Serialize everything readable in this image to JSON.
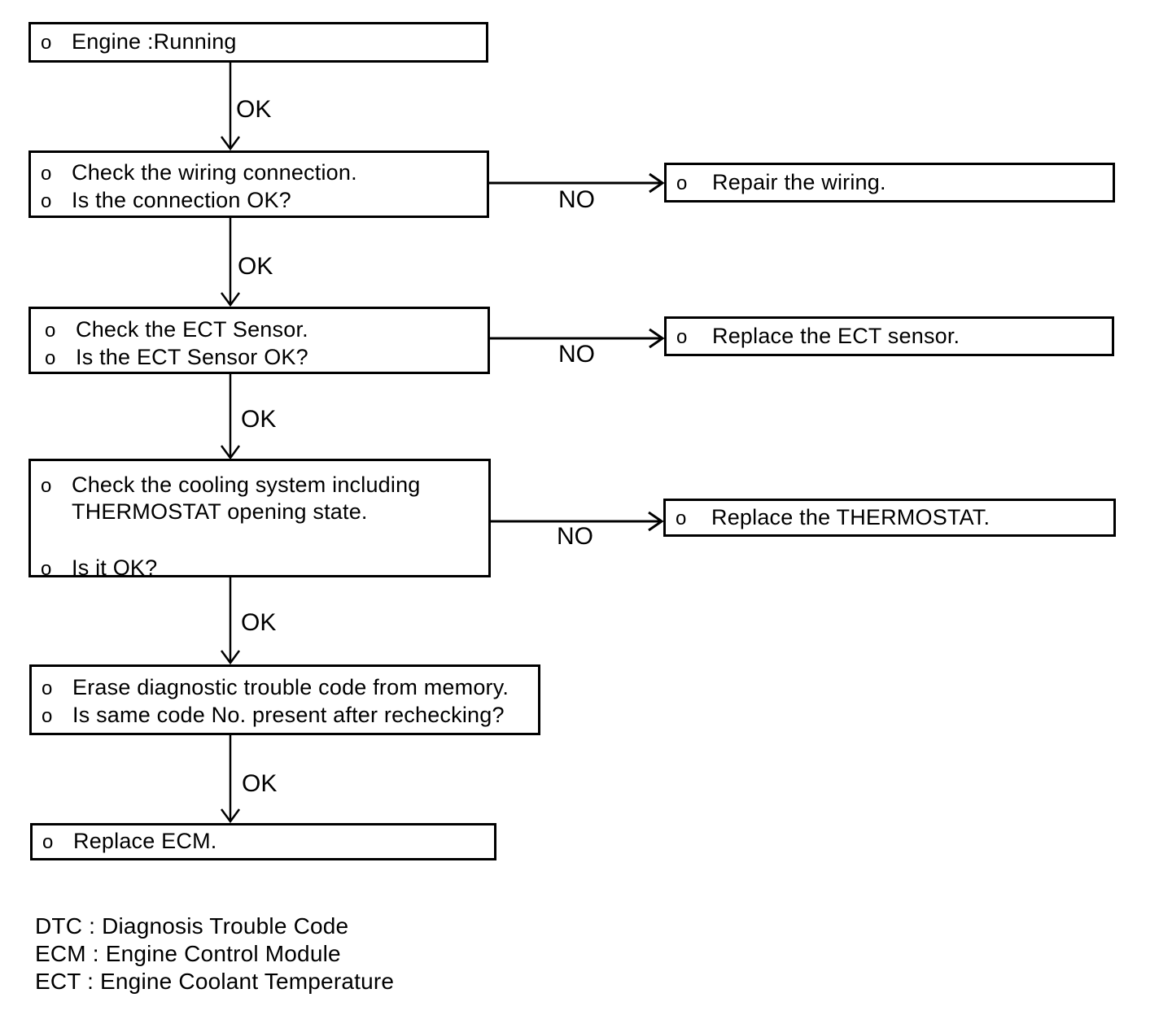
{
  "bullet_marker": "o",
  "edge_labels": {
    "ok": "OK",
    "no": "NO"
  },
  "nodes": {
    "engine": {
      "lines": [
        "Engine :Running"
      ]
    },
    "wiring_check": {
      "lines": [
        "Check the wiring connection.",
        "Is the connection OK?"
      ]
    },
    "ect_check": {
      "lines": [
        "Check the ECT Sensor.",
        "Is the ECT Sensor OK?"
      ]
    },
    "cooling_check": {
      "lines": [
        "Check the cooling system including THERMOSTAT opening state.",
        "Is it OK?"
      ]
    },
    "erase_dtc": {
      "lines": [
        "Erase diagnostic trouble code from memory.",
        "Is same code No. present after rechecking?"
      ]
    },
    "replace_ecm": {
      "lines": [
        "Replace ECM."
      ]
    },
    "repair_wiring": {
      "lines": [
        "Repair the wiring."
      ]
    },
    "replace_ect_sensor": {
      "lines": [
        "Replace the ECT sensor."
      ]
    },
    "replace_thermostat": {
      "lines": [
        "Replace the THERMOSTAT."
      ]
    }
  },
  "legend": {
    "lines": [
      "DTC : Diagnosis Trouble Code",
      "ECM : Engine Control Module",
      "ECT : Engine Coolant Temperature"
    ]
  },
  "colors": {
    "ink": "#000000",
    "paper": "#ffffff"
  }
}
